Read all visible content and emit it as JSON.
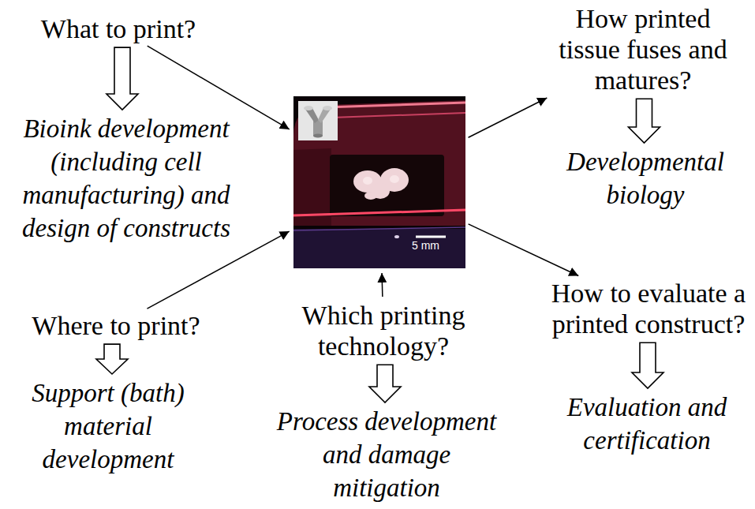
{
  "diagram": {
    "nodes": [
      {
        "text": [
          "What to print?"
        ]
      },
      {
        "text": [
          "Bioink development (including cell manufacturing) and design of constructs"
        ]
      },
      {
        "text": [
          "How printed tissue fuses and matures?"
        ]
      },
      {
        "text": [
          "Developmental biology"
        ]
      },
      {
        "text": [
          "5 mm"
        ]
      },
      {
        "text": [
          "Where to print?"
        ]
      },
      {
        "text": [
          "Support (bath) material development"
        ]
      },
      {
        "text": [
          "Which printing technology?"
        ]
      },
      {
        "text": [
          "Process development and damage mitigation"
        ]
      },
      {
        "text": [
          "How to evaluate a printed construct?"
        ]
      },
      {
        "text": [
          "Evaluation and certification"
        ]
      }
    ],
    "edges": [
      {
        "from": 0,
        "to": 1,
        "arrow": "to"
      },
      {
        "from": 0,
        "to": 4,
        "arrow": "to"
      },
      {
        "from": 2,
        "to": 3,
        "arrow": "to"
      },
      {
        "from": 4,
        "to": 2,
        "arrow": "to"
      },
      {
        "from": 5,
        "to": 6,
        "arrow": "to"
      },
      {
        "from": 5,
        "to": 4,
        "arrow": "to"
      },
      {
        "from": 7,
        "to": 4,
        "arrow": "to"
      },
      {
        "from": 7,
        "to": 8,
        "arrow": "to"
      },
      {
        "from": 4,
        "to": 9,
        "arrow": "to"
      },
      {
        "from": 9,
        "to": 10,
        "arrow": "to"
      }
    ]
  }
}
